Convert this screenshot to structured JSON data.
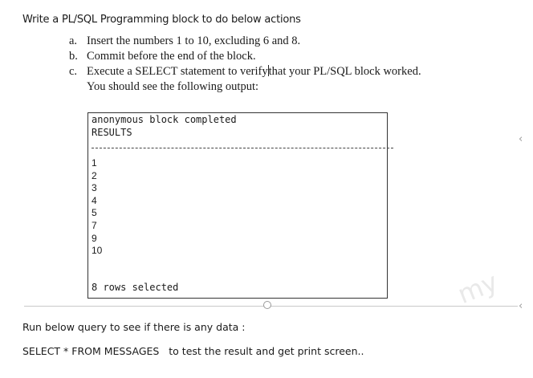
{
  "title": "Write a PL/SQL Programming block to do below actions",
  "tasks": [
    {
      "marker": "a.",
      "text": "Insert the numbers 1 to 10, excluding 6 and 8."
    },
    {
      "marker": "b.",
      "text": "Commit before the end of the block."
    },
    {
      "marker": "c.",
      "text_before_caret": "Execute a SELECT statement to verify",
      "text_after_caret": "that your PL/SQL block worked.",
      "continuation": "You should see the following output:"
    }
  ],
  "output": {
    "line1": "anonymous block completed",
    "header": "RESULTS",
    "rows": [
      "1",
      "2",
      "3",
      "4",
      "5",
      "7",
      "9",
      "10"
    ],
    "footer": "8 rows selected"
  },
  "watermark": "my",
  "instruction1": "Run below query to see if there is any data :",
  "instruction2": "SELECT * FROM MESSAGES   to test the result and get print screen..",
  "icons": {
    "right_arrow_top": "chevron-left-icon",
    "right_arrow_bottom": "chevron-left-icon",
    "slider_knob": "slider-knob"
  }
}
